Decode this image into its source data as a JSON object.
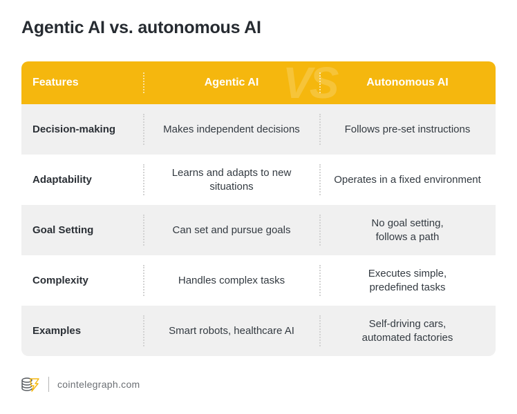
{
  "title": "Agentic AI vs. autonomous AI",
  "table": {
    "header": {
      "features": "Features",
      "agentic": "Agentic AI",
      "autonomous": "Autonomous AI",
      "watermark": "VS"
    },
    "rows": [
      {
        "feature": "Decision-making",
        "agentic": "Makes independent decisions",
        "autonomous": "Follows pre-set instructions"
      },
      {
        "feature": "Adaptability",
        "agentic": "Learns and adapts to new situations",
        "autonomous": "Operates in a fixed environment"
      },
      {
        "feature": "Goal Setting",
        "agentic": "Can set and pursue goals",
        "autonomous": "No goal setting, follows a path"
      },
      {
        "feature": "Complexity",
        "agentic": "Handles complex tasks",
        "autonomous": "Executes simple, predefined tasks"
      },
      {
        "feature": "Examples",
        "agentic": "Smart robots, healthcare AI",
        "autonomous": "Self-driving cars, automated factories"
      }
    ]
  },
  "footer": {
    "logo_icon": "cointelegraph-logo-icon",
    "site": "cointelegraph.com"
  },
  "colors": {
    "header_bg": "#f5b70e",
    "row_shade": "#f0f0f0",
    "row_plain": "#ffffff",
    "title": "#262b31"
  }
}
